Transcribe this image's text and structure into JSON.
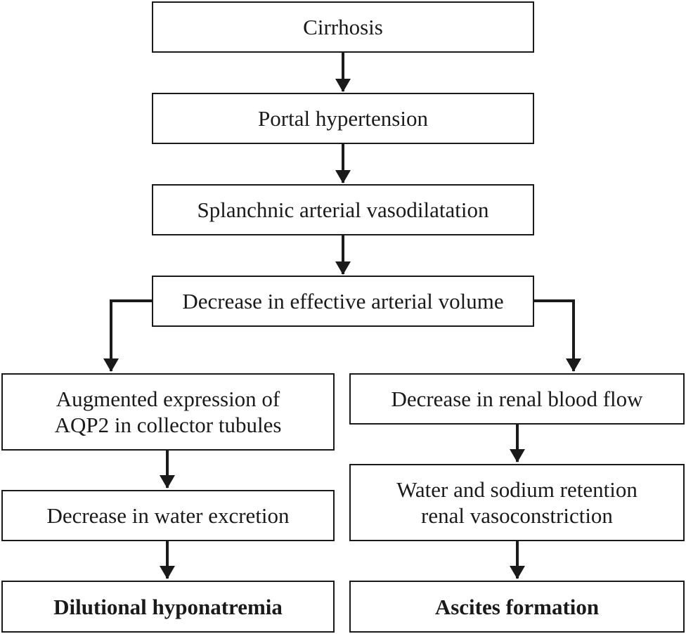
{
  "nodes": {
    "cirrhosis": [
      "Cirrhosis"
    ],
    "portal_hypertension": [
      "Portal hypertension"
    ],
    "splanchnic_vasodilatation": [
      "Splanchnic arterial vasodilatation"
    ],
    "effective_arterial_volume": [
      "Decrease in effective arterial volume"
    ],
    "aqp2_expression": [
      "Augmented expression of",
      "AQP2 in collector tubules"
    ],
    "renal_blood_flow": [
      "Decrease in renal blood flow"
    ],
    "water_excretion": [
      "Decrease in water excretion"
    ],
    "retention_vasoconstriction": [
      "Water and sodium retention",
      "renal vasoconstriction"
    ],
    "dilutional_hyponatremia": [
      "Dilutional hyponatremia"
    ],
    "ascites_formation": [
      "Ascites formation"
    ]
  },
  "edges": [
    [
      "cirrhosis",
      "portal_hypertension"
    ],
    [
      "portal_hypertension",
      "splanchnic_vasodilatation"
    ],
    [
      "splanchnic_vasodilatation",
      "effective_arterial_volume"
    ],
    [
      "effective_arterial_volume",
      "aqp2_expression"
    ],
    [
      "effective_arterial_volume",
      "renal_blood_flow"
    ],
    [
      "aqp2_expression",
      "water_excretion"
    ],
    [
      "water_excretion",
      "dilutional_hyponatremia"
    ],
    [
      "renal_blood_flow",
      "retention_vasoconstriction"
    ],
    [
      "retention_vasoconstriction",
      "ascites_formation"
    ]
  ],
  "colors": {
    "stroke": "#1a1a1a",
    "background": "#ffffff"
  }
}
